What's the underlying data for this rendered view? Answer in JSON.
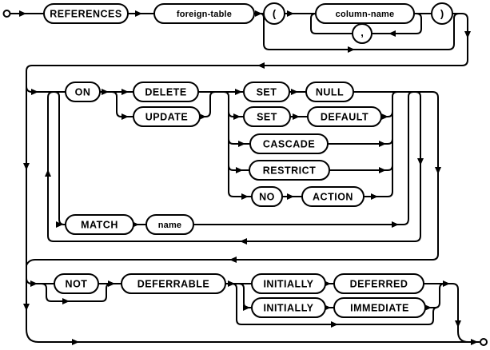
{
  "diagram": {
    "kind": "railroad-syntax-diagram",
    "colors": {
      "line": "#000000",
      "background": "#ffffff",
      "box_fill": "#ffffff"
    },
    "nodes": {
      "references": "REFERENCES",
      "foreign_table": "foreign-table",
      "open_paren": "(",
      "column_name": "column-name",
      "close_paren": ")",
      "comma": ",",
      "on": "ON",
      "delete": "DELETE",
      "update": "UPDATE",
      "set1": "SET",
      "null": "NULL",
      "set2": "SET",
      "default": "DEFAULT",
      "cascade": "CASCADE",
      "restrict": "RESTRICT",
      "no": "NO",
      "action": "ACTION",
      "match": "MATCH",
      "name": "name",
      "not": "NOT",
      "deferrable": "DEFERRABLE",
      "initially1": "INITIALLY",
      "deferred": "DEFERRED",
      "initially2": "INITIALLY",
      "immediate": "IMMEDIATE"
    }
  }
}
